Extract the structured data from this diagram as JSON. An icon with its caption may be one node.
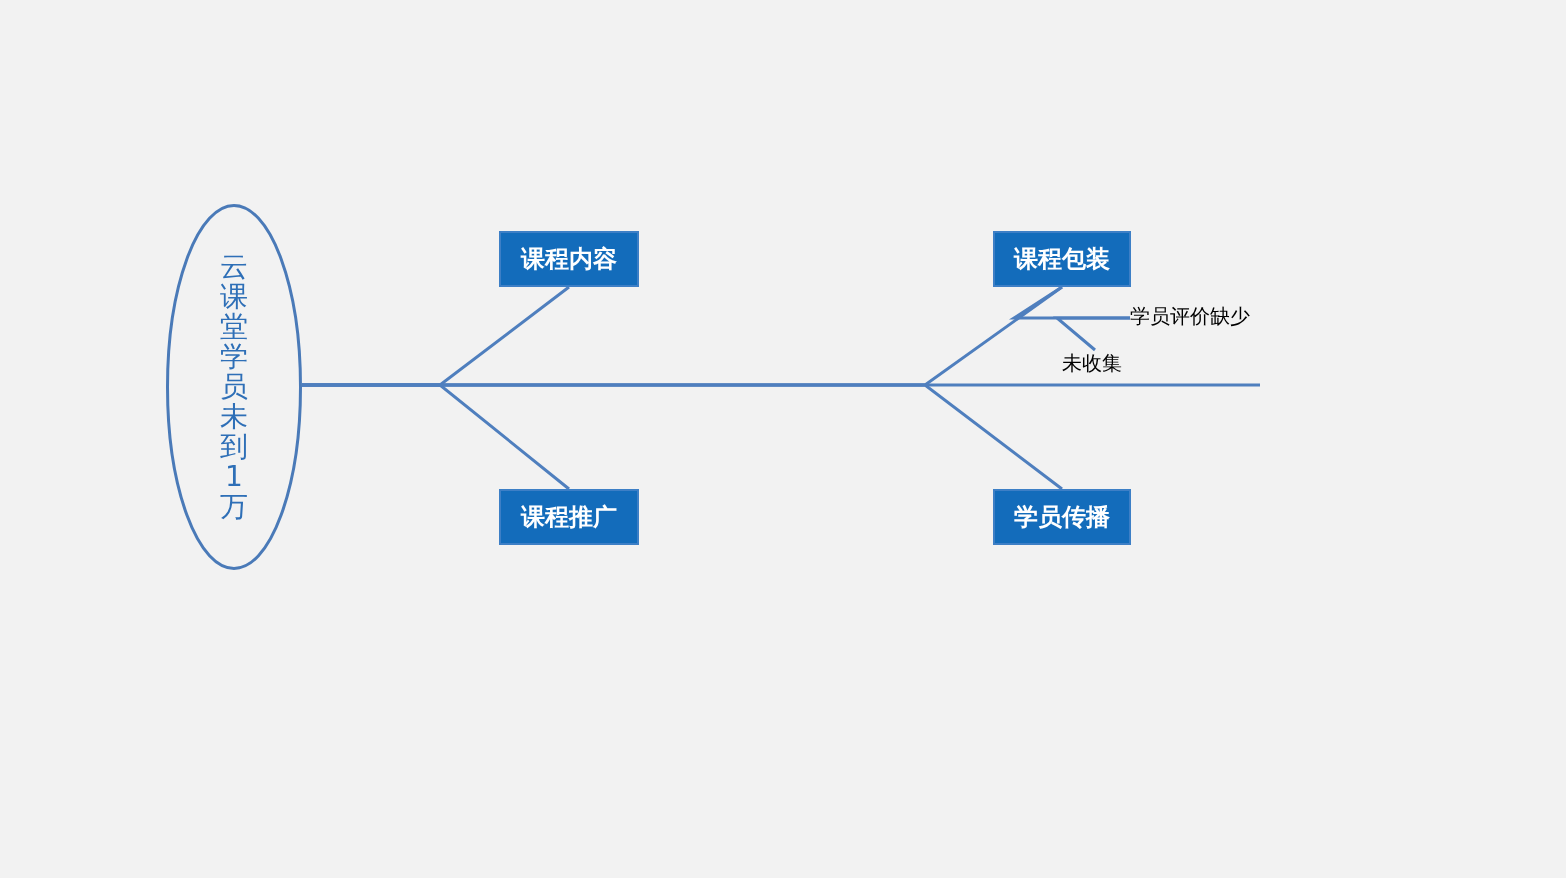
{
  "diagram": {
    "nodes": [
      {
        "text": [
          "云课堂学员未到1万"
        ]
      },
      {
        "text": [
          "课程内容"
        ]
      },
      {
        "text": [
          "课程推广"
        ]
      },
      {
        "text": [
          "课程包装"
        ]
      },
      {
        "text": [
          "学员传播"
        ]
      },
      {
        "text": [
          "学员评价缺少"
        ]
      },
      {
        "text": [
          "未收集"
        ]
      }
    ],
    "edges": [
      {
        "from": 1,
        "to": 0,
        "arrow": "none"
      },
      {
        "from": 2,
        "to": 0,
        "arrow": "none"
      },
      {
        "from": 3,
        "to": 0,
        "arrow": "none"
      },
      {
        "from": 4,
        "to": 0,
        "arrow": "none"
      },
      {
        "from": null,
        "to": 0,
        "arrow": "none"
      },
      {
        "from": 5,
        "to": 3,
        "arrow": "none"
      },
      {
        "from": 6,
        "to": 5,
        "arrow": "none"
      }
    ]
  }
}
